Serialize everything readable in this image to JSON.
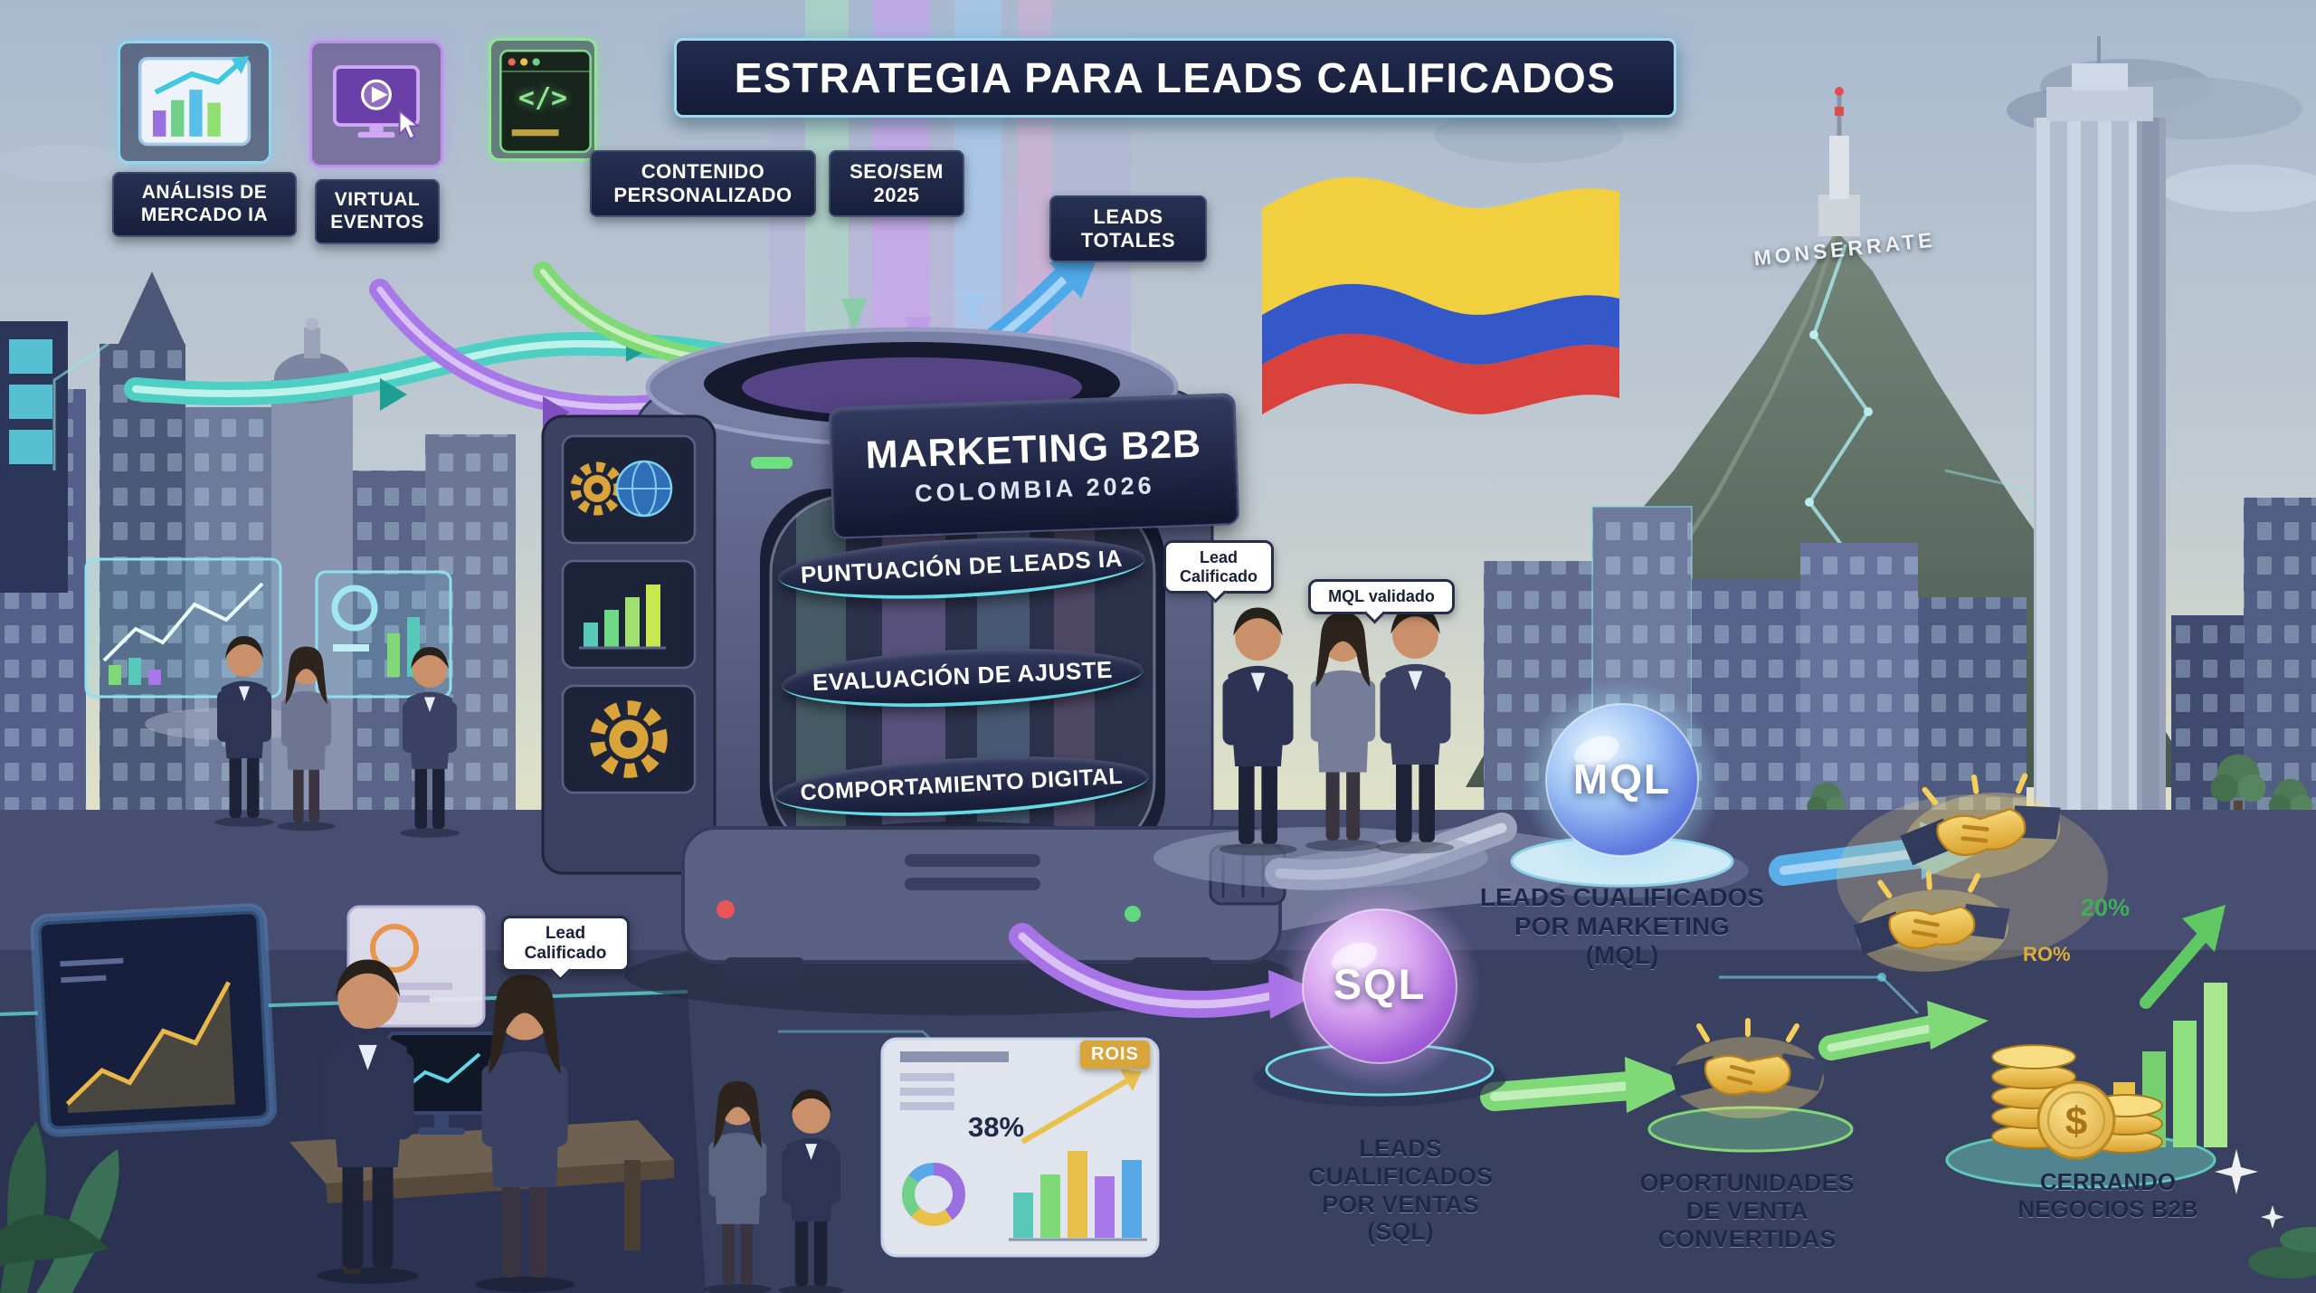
{
  "title": "ESTRATEGIA PARA LEADS CALIFICADOS",
  "sources": {
    "analisis": "ANÁLISIS DE\nMERCADO IA",
    "virtual": "VIRTUAL\nEVENTOS",
    "contenido": "CONTENIDO\nPERSONALIZADO",
    "seo": "SEO/SEM\n2025",
    "leads_totales": "LEADS\nTOTALES"
  },
  "machine": {
    "name_line1": "MARKETING B2B",
    "name_line2": "COLOMBIA 2026",
    "stages": [
      "PUNTUACIÓN DE LEADS IA",
      "EVALUACIÓN DE AJUSTE",
      "COMPORTAMIENTO DIGITAL"
    ]
  },
  "landmark": "MONSERRATE",
  "speech": {
    "lead_calificado_top": "Lead\nCalificado",
    "mql_validado": "MQL validado",
    "lead_calificado_bottom": "Lead\nCalificado"
  },
  "funnel": {
    "mql": "MQL",
    "mql_caption": "LEADS CUALIFICADOS\nPOR MARKETING\n(MQL)",
    "sql": "SQL",
    "sql_caption": "LEADS\nCUALIFICADOS\nPOR VENTAS\n(SQL)",
    "oportunidades": "OPORTUNIDADES\nDE VENTA\nCONVERTIDAS",
    "cierre": "CERRANDO\nNEGOCIOS B2B"
  },
  "dashboard": {
    "percent": "38%",
    "badge": "ROIS"
  },
  "roi": {
    "percent": "20%",
    "label": "RO%"
  },
  "icons": {
    "code_glyph": "</>",
    "dollar": "$"
  },
  "colors": {
    "teal": "#4ecfc4",
    "purple": "#a878e8",
    "green": "#7fd977",
    "blue": "#58aee8",
    "gold": "#e8b33a",
    "navy": "#20294a"
  }
}
